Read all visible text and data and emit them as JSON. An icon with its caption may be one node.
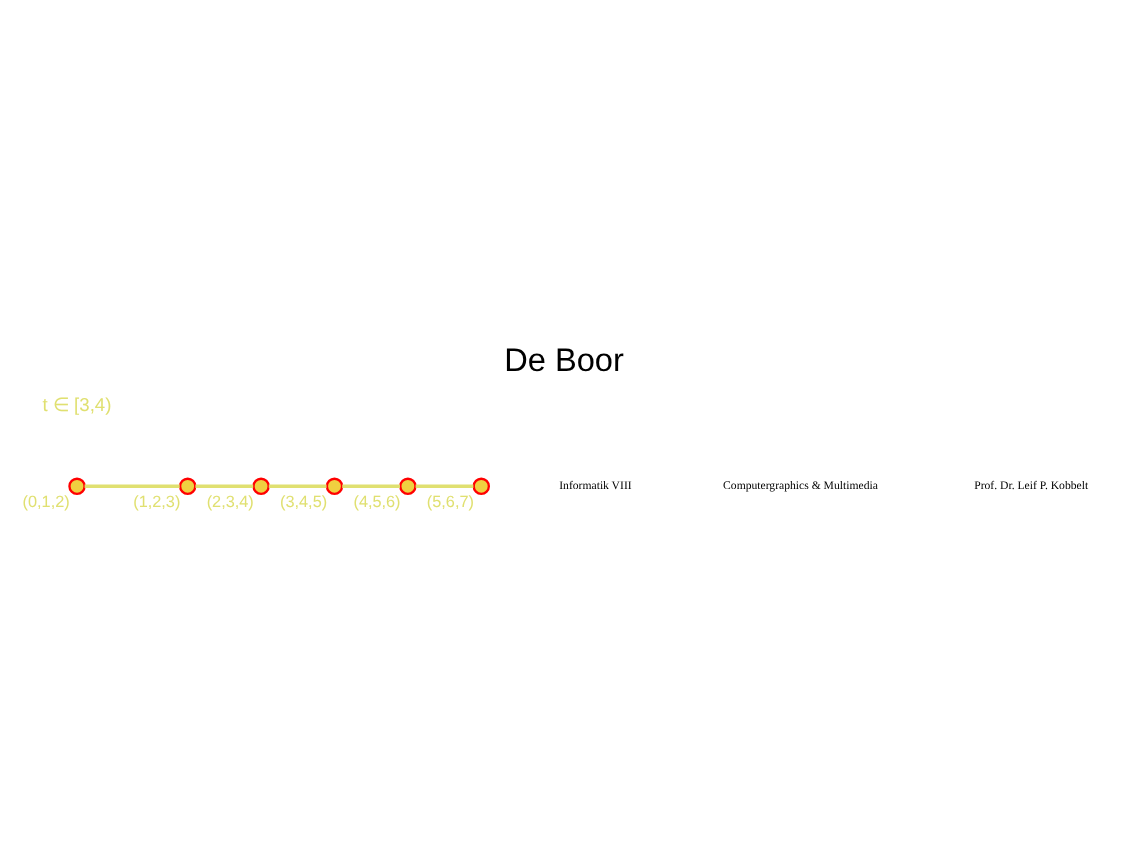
{
  "diagram": {
    "title": "De Boor",
    "nodes": [
      {
        "text": [],
        "shape": "circle",
        "beside": [
          "(0,1,2)"
        ]
      },
      {
        "text": [],
        "shape": "circle",
        "beside": [
          "(1,2,3)"
        ]
      },
      {
        "text": [],
        "shape": "circle",
        "beside": [
          "(2,3,4)"
        ]
      },
      {
        "text": [],
        "shape": "circle",
        "beside": [
          "(3,4,5)"
        ]
      },
      {
        "text": [],
        "shape": "circle",
        "beside": [
          "(4,5,6)"
        ]
      },
      {
        "text": [],
        "shape": "circle",
        "beside": [
          "(5,6,7)"
        ]
      }
    ],
    "edges": [
      {
        "from": 0,
        "to": 1,
        "arrow": "none"
      },
      {
        "from": 1,
        "to": 2,
        "arrow": "none"
      },
      {
        "from": 2,
        "to": 3,
        "arrow": "none"
      },
      {
        "from": 3,
        "to": 4,
        "arrow": "none"
      },
      {
        "from": 4,
        "to": 5,
        "arrow": "none"
      }
    ],
    "labels": [
      "t ∈ [3,4)",
      "Informatik VIII",
      "Computergraphics & Multimedia",
      "Prof. Dr. Leif P. Kobbelt"
    ]
  }
}
